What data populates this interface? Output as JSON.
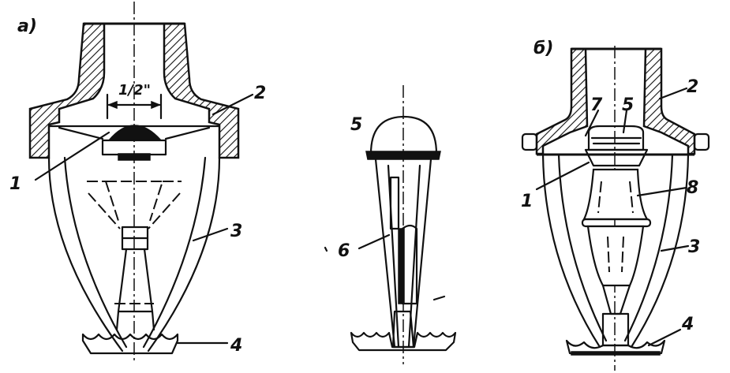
{
  "figure_labels": {
    "panel_a": "а)",
    "panel_b": "б)",
    "dimension": "1/2\""
  },
  "left_callouts": [
    "1",
    "2",
    "3",
    "4"
  ],
  "middle_callouts": [
    "5",
    "6"
  ],
  "right_callouts": [
    "7",
    "5",
    "2",
    "1",
    "8",
    "3",
    "4"
  ]
}
